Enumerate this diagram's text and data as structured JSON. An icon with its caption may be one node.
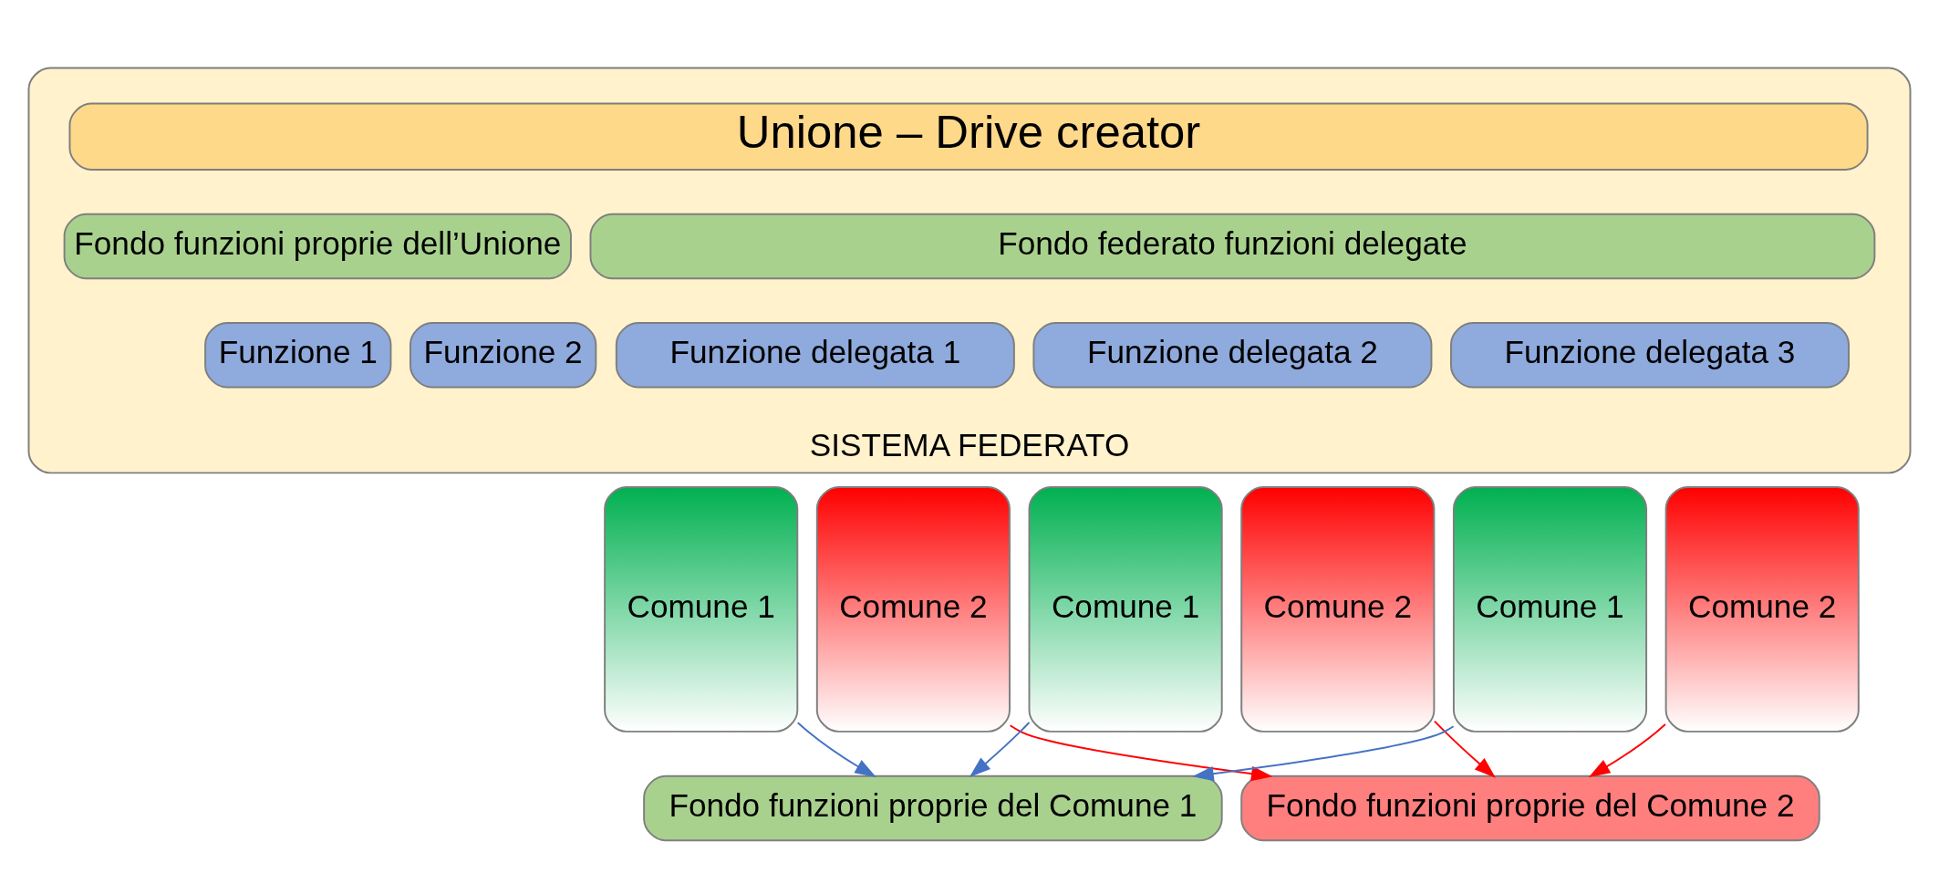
{
  "diagram": {
    "nodes": [
      {
        "text": [
          "SISTEMA FEDERATO"
        ]
      },
      {
        "text": [
          "Unione – Drive creator"
        ],
        "in": 0
      },
      {
        "text": [
          "Fondo funzioni proprie dell’Unione"
        ],
        "in": 0
      },
      {
        "text": [
          "Fondo federato funzioni delegate"
        ],
        "in": 0
      },
      {
        "text": [
          "Funzione 1"
        ],
        "in": 0
      },
      {
        "text": [
          "Funzione 2"
        ],
        "in": 0
      },
      {
        "text": [
          "Funzione delegata 1"
        ],
        "in": 0
      },
      {
        "text": [
          "Funzione delegata 2"
        ],
        "in": 0
      },
      {
        "text": [
          "Funzione delegata 3"
        ],
        "in": 0
      },
      {
        "text": [
          "Comune 1"
        ]
      },
      {
        "text": [
          "Comune 2"
        ]
      },
      {
        "text": [
          "Comune 1"
        ]
      },
      {
        "text": [
          "Comune 2"
        ]
      },
      {
        "text": [
          "Comune 1"
        ]
      },
      {
        "text": [
          "Comune 2"
        ]
      },
      {
        "text": [
          "Fondo funzioni proprie del Comune 1"
        ]
      },
      {
        "text": [
          "Fondo funzioni proprie del Comune 2"
        ]
      }
    ],
    "edges": [
      {
        "from": 9,
        "to": 15,
        "arrow": "to",
        "color": "#4472c4"
      },
      {
        "from": 10,
        "to": 16,
        "arrow": "to",
        "color": "#ff0000"
      },
      {
        "from": 11,
        "to": 15,
        "arrow": "to",
        "color": "#4472c4"
      },
      {
        "from": 12,
        "to": 16,
        "arrow": "to",
        "color": "#ff0000"
      },
      {
        "from": 13,
        "to": 15,
        "arrow": "to",
        "color": "#4472c4"
      },
      {
        "from": 14,
        "to": 16,
        "arrow": "to",
        "color": "#ff0000"
      }
    ]
  }
}
